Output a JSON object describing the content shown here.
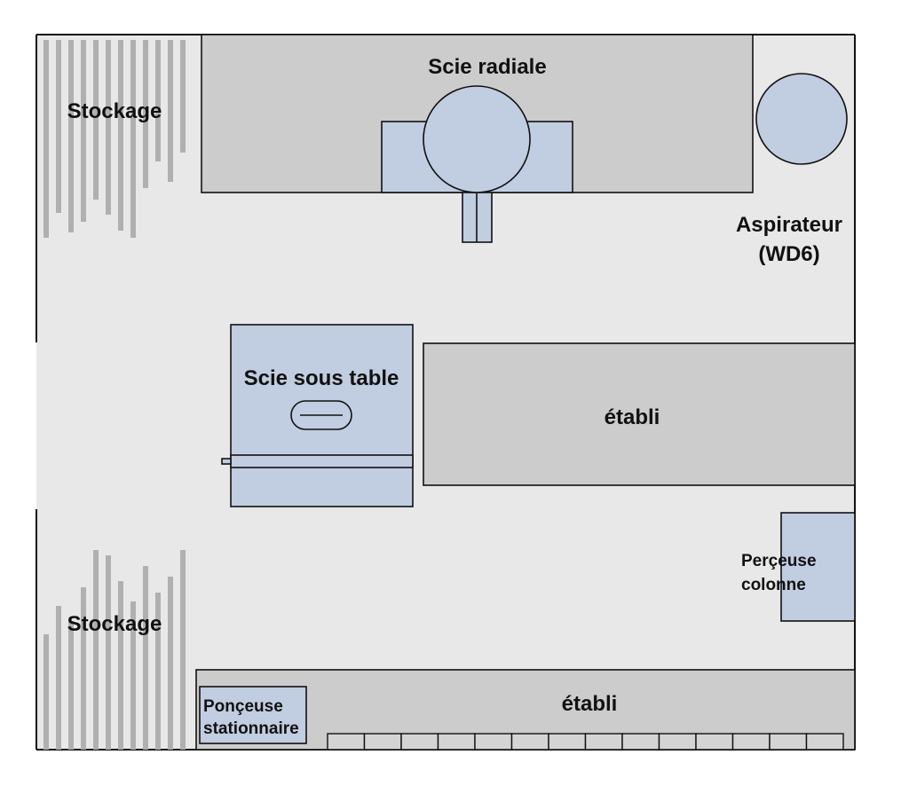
{
  "labels": {
    "storage_top": "Stockage",
    "storage_bottom": "Stockage",
    "radial_saw": "Scie radiale",
    "vacuum_line1": "Aspirateur",
    "vacuum_line2": "(WD6)",
    "table_saw": "Scie sous table",
    "bench_middle": "établi",
    "drill_press_line1": "Perçeuse",
    "drill_press_line2": "colonne",
    "sander_line1": "Ponçeuse",
    "sander_line2": "stationnaire",
    "bench_bottom": "établi"
  },
  "colors": {
    "floor": "#e8e8e8",
    "workbench": "#cccccc",
    "machine": "#c1cde0",
    "storage_slats": "#b0b0b0",
    "outline": "#111111"
  }
}
